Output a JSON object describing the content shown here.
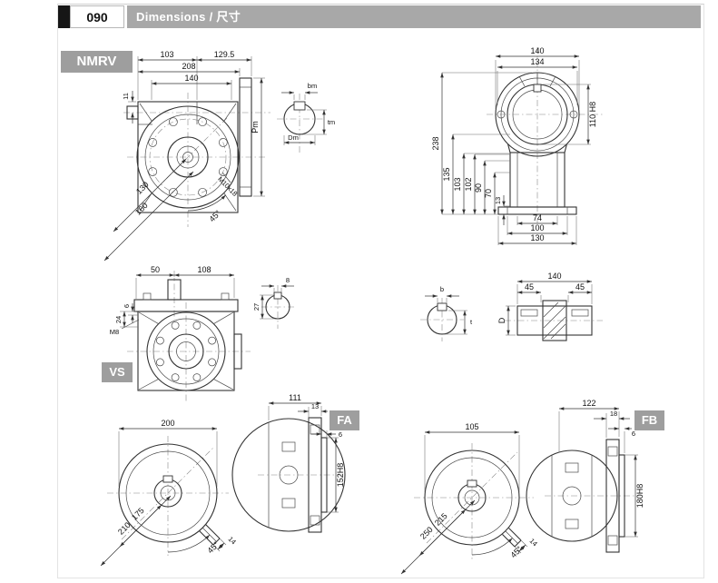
{
  "page": {
    "number": "090",
    "title": "Dimensions / 尺寸"
  },
  "sections": {
    "nmrv": "NMRV",
    "vs": "VS",
    "fa": "FA",
    "fb": "FB"
  },
  "nmrv_front": {
    "d103": "103",
    "d129_5": "129.5",
    "d208": "208",
    "d140": "140",
    "d11": "11",
    "pm": "Pm",
    "d130": "130",
    "d160": "160",
    "angle45": "45°",
    "tap": "M10x18"
  },
  "input_shaft": {
    "bm": "bm",
    "tm": "tm",
    "dm": "Dm"
  },
  "rear_view": {
    "d140": "140",
    "d134": "134",
    "d238": "238",
    "d135": "135",
    "d103": "103",
    "d102": "102",
    "d90": "90",
    "d70": "70",
    "d13": "13",
    "bore": "110 H8",
    "d74": "74",
    "d100": "100",
    "d130": "130"
  },
  "vs_view": {
    "d50": "50",
    "d108": "108",
    "d24": "24",
    "d6": "6",
    "m8": "M8"
  },
  "vs_shaft": {
    "d8": "8",
    "d27": "27"
  },
  "out_shaft": {
    "b": "b",
    "t": "t",
    "dia": "D",
    "d140": "140",
    "d45a": "45",
    "d45b": "45"
  },
  "fa_view": {
    "d200": "200",
    "d175": "175",
    "d210": "210",
    "angle45": "45°",
    "d14": "14",
    "d111": "111",
    "d13": "13",
    "d6": "6",
    "bore": "152H8"
  },
  "fb_view": {
    "d105": "105",
    "d215": "215",
    "d250": "250",
    "angle45": "45°",
    "d14": "14",
    "d122": "122",
    "d18": "18",
    "d6": "6",
    "bore": "180H8"
  }
}
